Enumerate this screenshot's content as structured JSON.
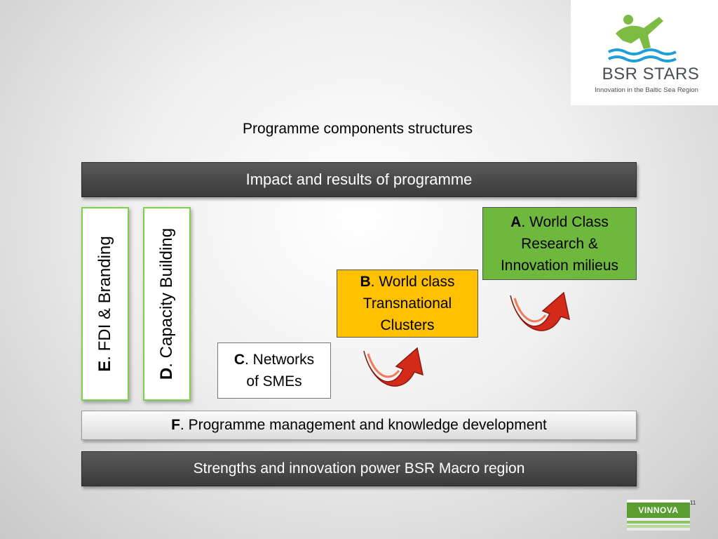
{
  "logo": {
    "title": "BSR STARS",
    "subtitle": "Innovation in the Baltic Sea Region",
    "colors": {
      "figure": "#7dbb42",
      "waves": "#1e9fd8"
    }
  },
  "slide_title": "Programme components structures",
  "top_bar": "Impact and results of programme",
  "components": {
    "e": {
      "letter": "E",
      "text": ". FDI & Branding"
    },
    "d": {
      "letter": "D",
      "text": ". Capacity Building"
    },
    "a": {
      "letter": "A",
      "line1": ". World Class",
      "line2": "Research &",
      "line3": "Innovation milieus"
    },
    "b": {
      "letter": "B",
      "line1": ". World class",
      "line2": "Transnational",
      "line3": "Clusters"
    },
    "c": {
      "letter": "C",
      "line1": ". Networks",
      "line2": "of SMEs"
    },
    "f": {
      "letter": "F",
      "text": ". Programme management and knowledge development"
    }
  },
  "bottom_bar": "Strengths and innovation power BSR Macro region",
  "footer": {
    "vinnova": "VINNOVA",
    "page_number": "11"
  },
  "colors": {
    "green_box": "#6fb83e",
    "orange_box": "#ffc000",
    "arrow_red": "#d42a1a",
    "dark_bar": "#464646"
  }
}
